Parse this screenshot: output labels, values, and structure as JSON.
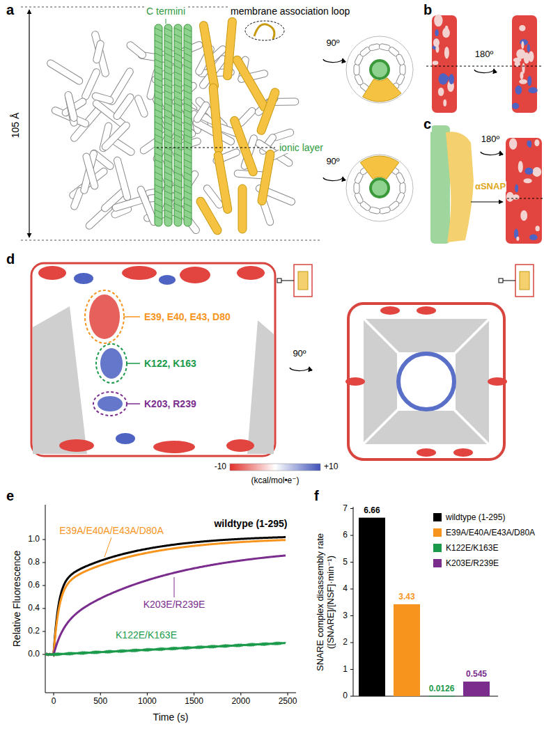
{
  "diagram": {
    "labels": [
      "a",
      "105 Å",
      "C termini",
      "membrane association loop",
      "ionic layer",
      "90º",
      "90º",
      "b",
      "180º",
      "c",
      "αSNAP",
      "180º",
      "d",
      "E39, E40, E43, D80",
      "K122, K163",
      "K203, R239",
      "90º",
      "-10",
      "+10",
      "(kcal/mol•e⁻)",
      "e",
      "Relative Fluorescence",
      "1.0",
      "0.8",
      "0.6",
      "0.4",
      "0.2",
      "0.0",
      "0",
      "500",
      "1000",
      "1500",
      "2000",
      "2500",
      "Time (s)",
      "wildtype (1-295)",
      "E39A/E40A/E43A/D80A",
      "K203E/R239E",
      "K122E/K163E",
      "f",
      "SNARE complex disassembly rate ([SNARE]/[NSF]·min⁻¹)",
      "7",
      "6",
      "5",
      "4",
      "3",
      "2",
      "1",
      "0",
      "6.66",
      "3.43",
      "0.0126",
      "0.545"
    ],
    "legend": [
      {
        "text": "wildtype (1-295)",
        "color": "#000000"
      },
      {
        "text": "E39A/E40A/E43A/D80A",
        "color": "#f7941d"
      },
      {
        "text": "K122E/K163E",
        "color": "#1a9a4a"
      },
      {
        "text": "K203E/R239E",
        "color": "#7b2d8e"
      }
    ]
  }
}
